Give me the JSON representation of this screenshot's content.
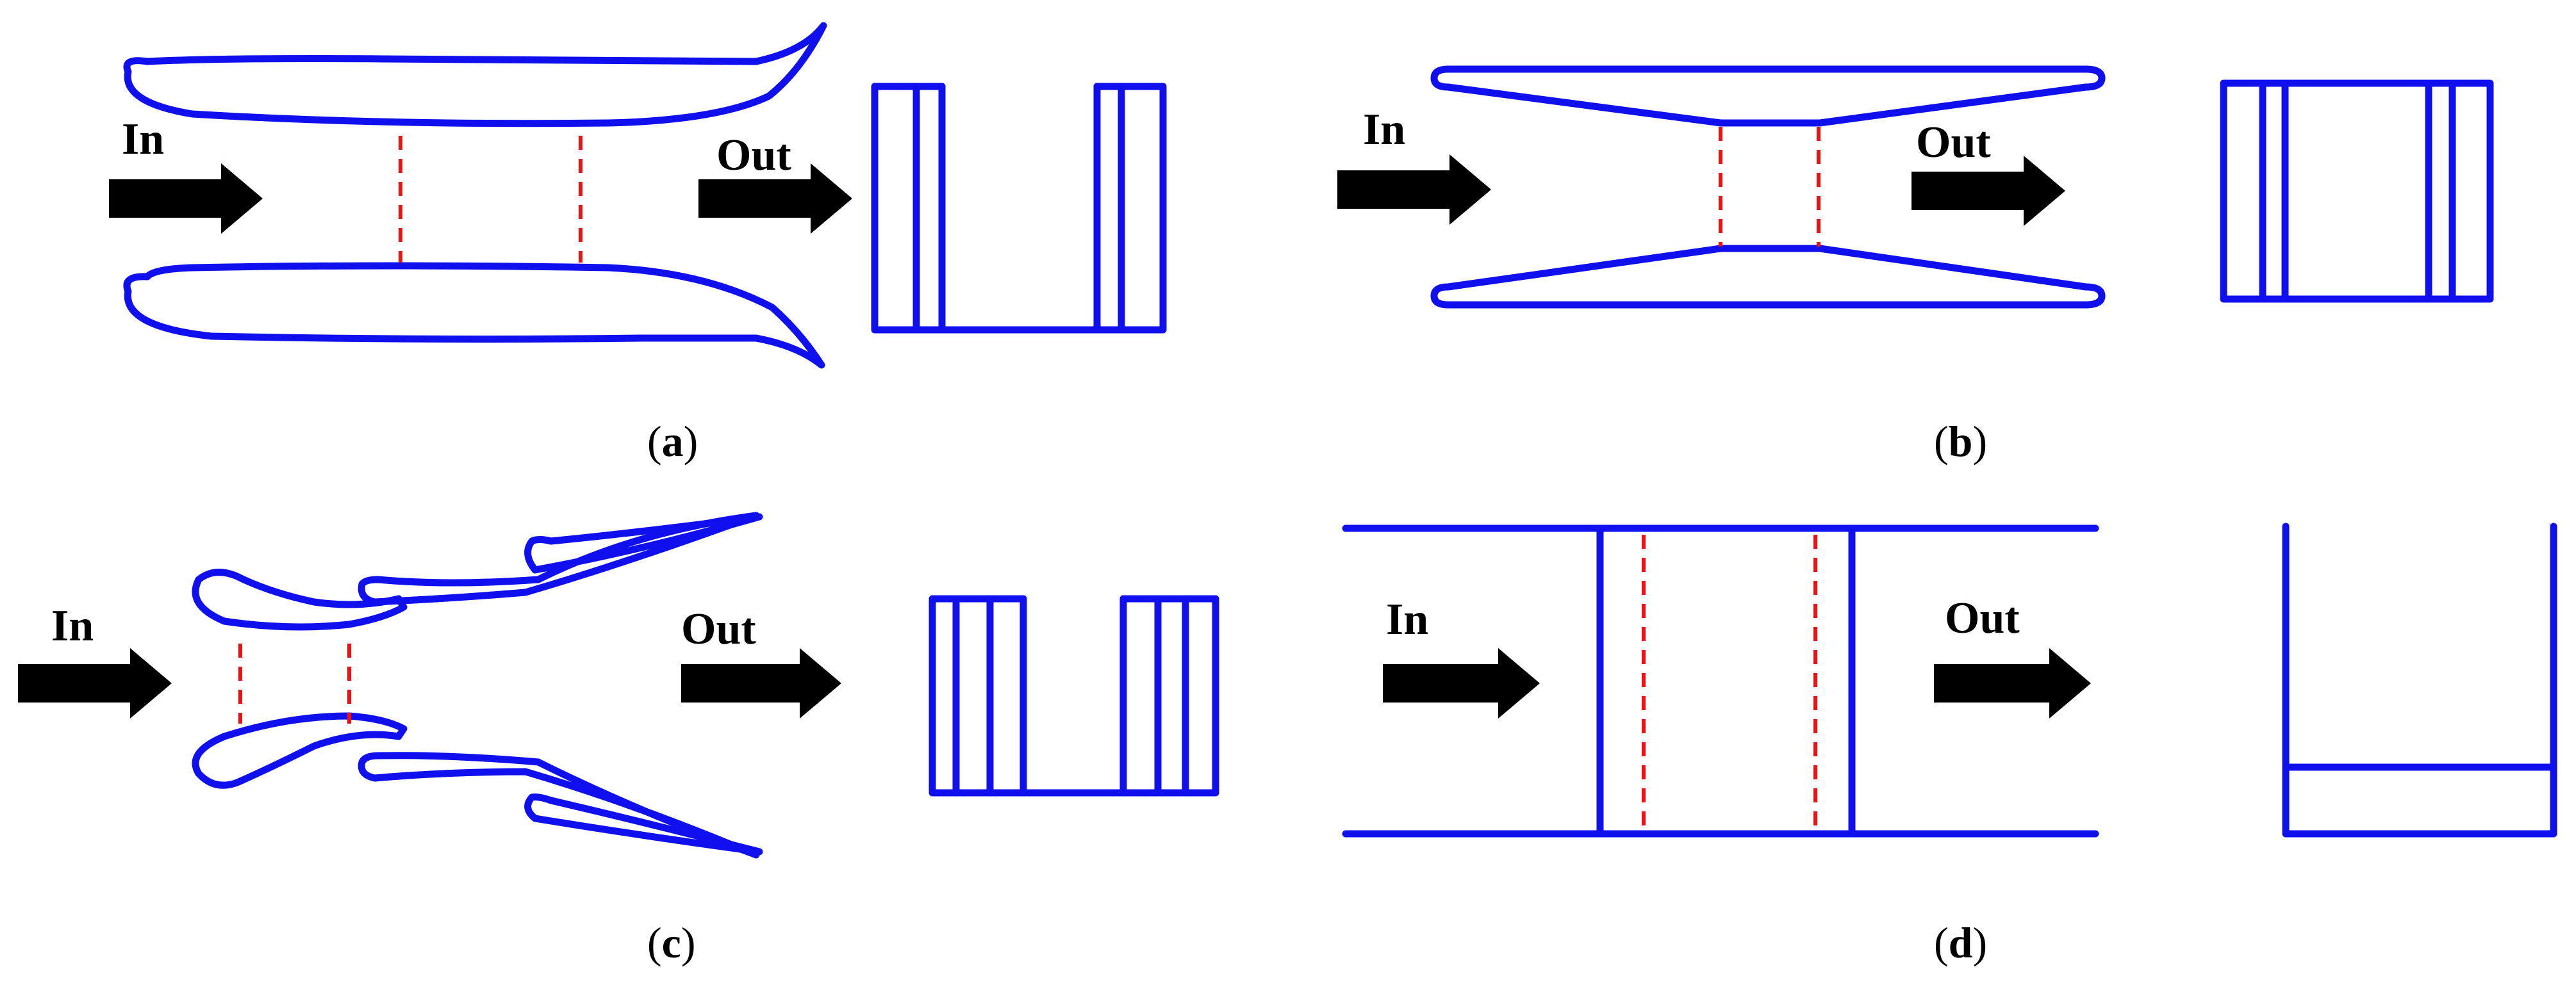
{
  "colors": {
    "outline": "#1010ee",
    "dash": "#ee1111",
    "arrow": "#000000",
    "background": "#ffffff"
  },
  "labels": {
    "in": "In",
    "out": "Out"
  },
  "panels": [
    {
      "id": "a",
      "letter": "a"
    },
    {
      "id": "b",
      "letter": "b"
    },
    {
      "id": "c",
      "letter": "c"
    },
    {
      "id": "d",
      "letter": "d"
    }
  ]
}
